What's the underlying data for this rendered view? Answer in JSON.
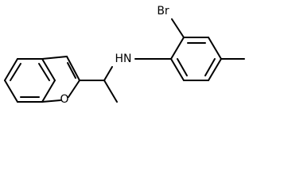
{
  "structure": {
    "atom_labels": {
      "bromine": "Br",
      "amine": "HN",
      "oxygen": "O"
    },
    "colors": {
      "bond": "#000000",
      "background": "#ffffff"
    }
  }
}
